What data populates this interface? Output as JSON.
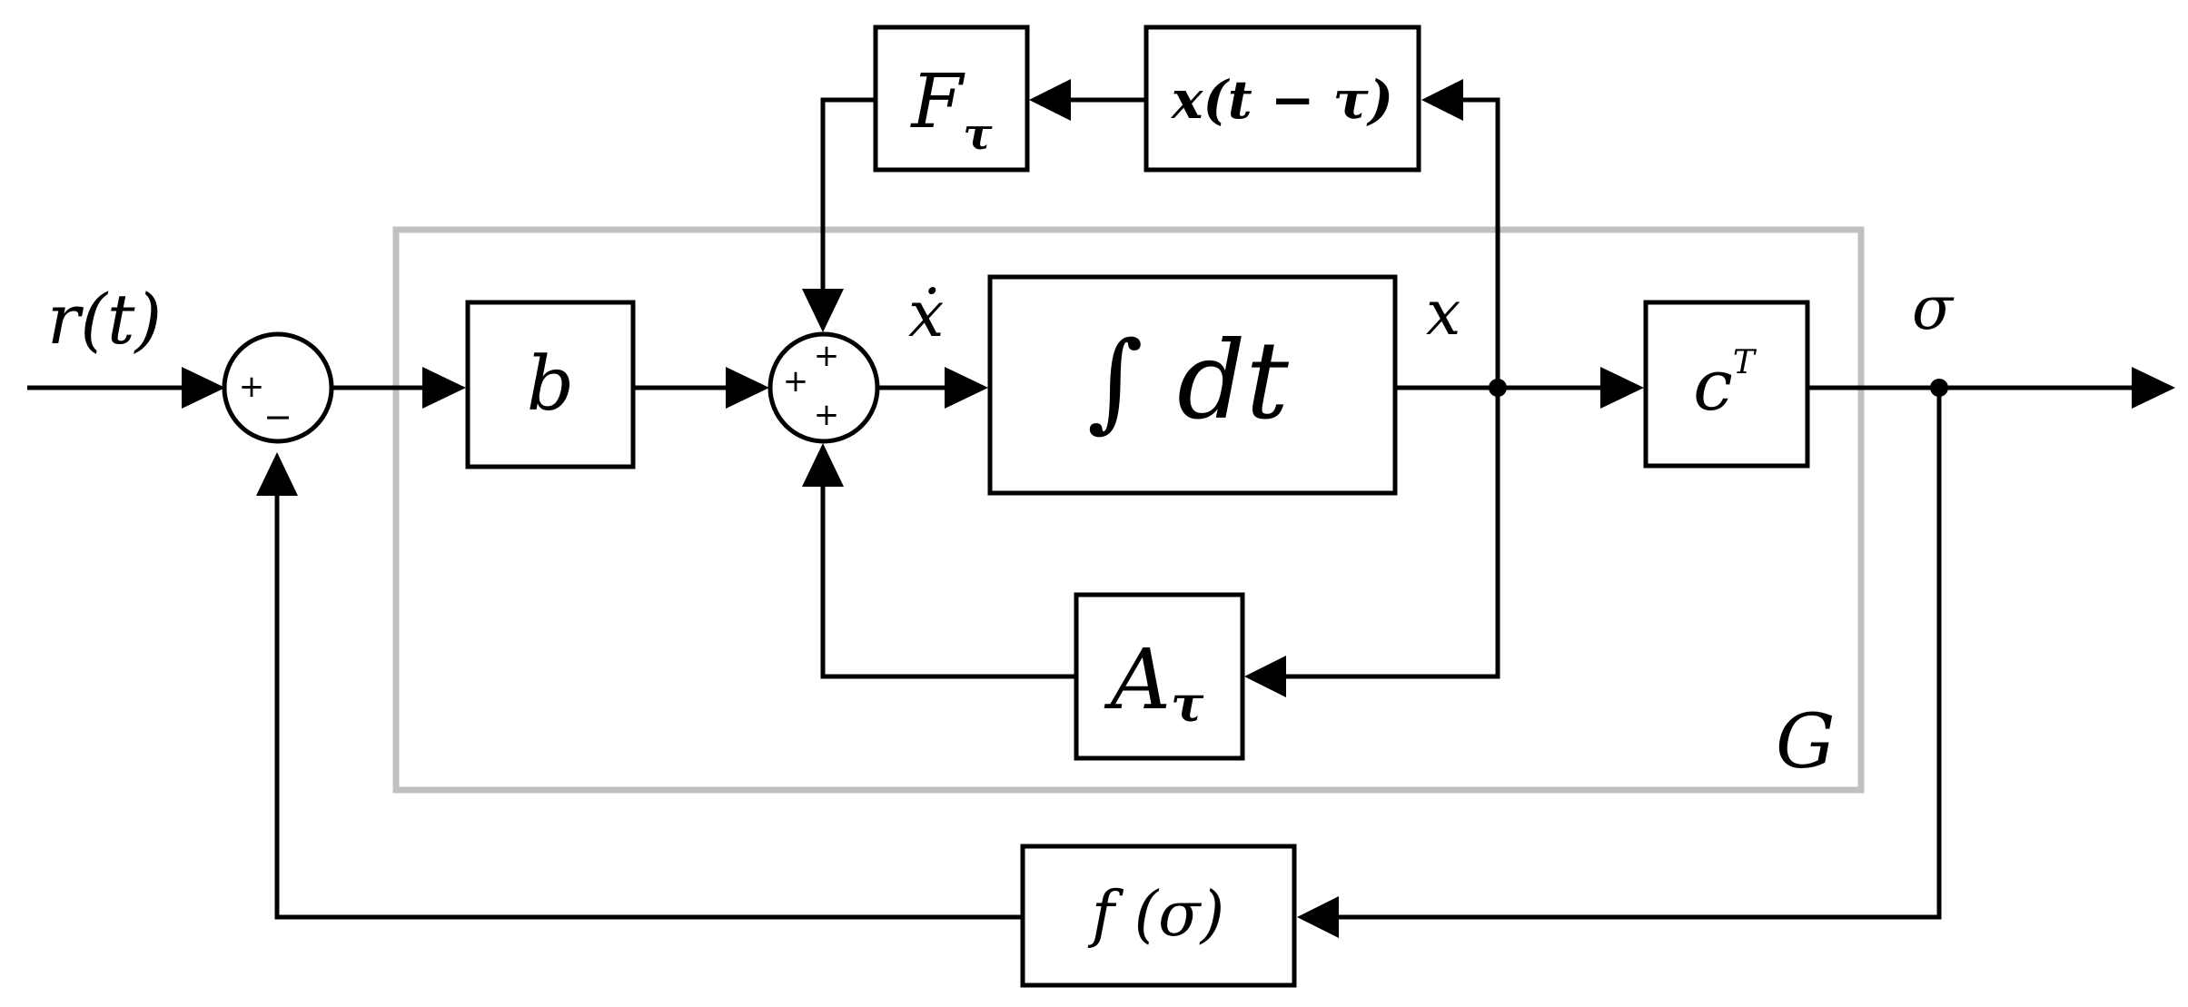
{
  "signals": {
    "input": "r(t)",
    "state_derivative": "ẋ",
    "state": "x",
    "output": "σ"
  },
  "blocks": {
    "b": "b",
    "integrator": "∫ dt",
    "c_transpose": {
      "base": "c",
      "sup": "T"
    },
    "A_tau": {
      "base": "A",
      "sub": "τ"
    },
    "F_tau": {
      "base": "F",
      "sub": "τ"
    },
    "delay": "x(t − τ)",
    "nonlinearity": "f (σ)"
  },
  "region_label": "G",
  "summing_junctions": {
    "outer": {
      "top_sign": "+",
      "bottom_sign": "−"
    },
    "inner": {
      "top_sign": "+",
      "left_sign": "+",
      "bottom_sign": "+"
    }
  },
  "colors": {
    "lines": "#000000",
    "region_border": "#c0c0c0",
    "background": "#ffffff"
  }
}
